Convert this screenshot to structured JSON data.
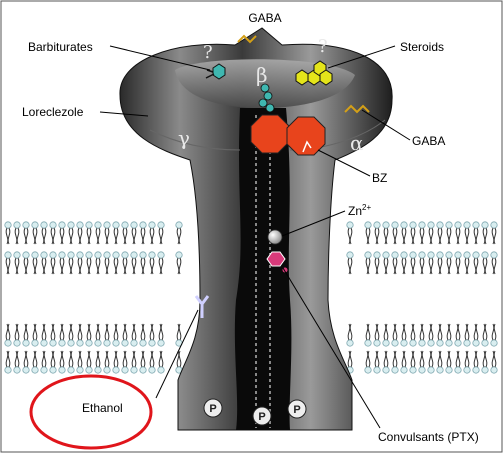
{
  "labels": {
    "gaba_top": "GABA",
    "barbiturates": "Barbiturates",
    "steroids": "Steroids",
    "loreclezole": "Loreclezole",
    "gaba_right": "GABA",
    "bz": "BZ",
    "zn_base": "Zn",
    "zn_sup": "2+",
    "ethanol": "Ethanol",
    "convulsants": "Convulsants (PTX)"
  },
  "subunits": {
    "gamma": "γ",
    "beta": "β",
    "alpha": "α"
  },
  "unknown_marks": [
    "?",
    "?"
  ],
  "phospho_marks": [
    "P",
    "P",
    "P"
  ],
  "colors": {
    "highlight_circle": "#e0151b",
    "bz_octagon": "#e8441c",
    "steroid_hex": "#e4e41a",
    "barbiturate_hex": "#3fb7b0",
    "convulsant": "#d83a7a",
    "gaba_squiggle": "#d4a017"
  },
  "icons": [
    "receptor-body",
    "membrane-lipid",
    "hexagon-molecule",
    "octagon-molecule",
    "zinc-ion",
    "phosphate-circle",
    "y-receptor-icon"
  ]
}
